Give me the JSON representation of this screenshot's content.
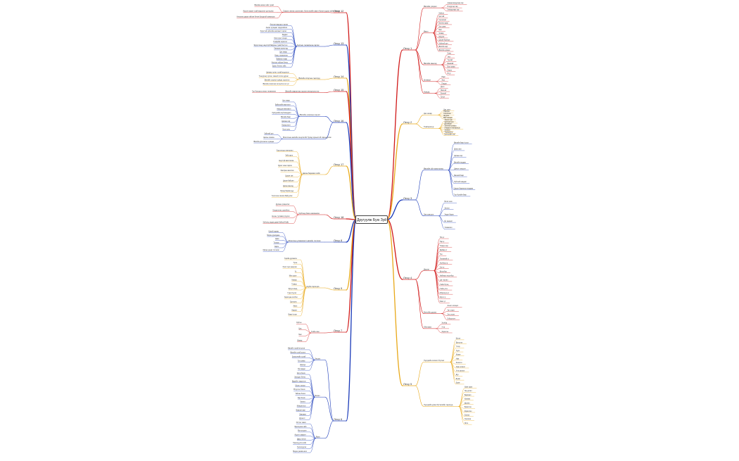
{
  "root": {
    "label": "Другуулж Бую Зуй"
  },
  "colors": {
    "red": "#d01818",
    "blue": "#1838b8",
    "yellow": "#e8a818",
    "text": "#333333"
  },
  "branches": [
    {
      "label": "Лесу 12",
      "color": "red",
      "children": [
        {
          "label": "Сзарыг аялах шалтгаан, бэлтгэлийн ажил болон сурах зүйлс бичих",
          "color": "red",
          "children": [
            "Өвлийн аялал хийх тухай",
            "Ирсэн газрын тухай мэдээлэл цуглуулах",
            "Аялалын дараа тайлан бичиж бусадтай хуваалцах"
          ]
        }
      ]
    },
    {
      "label": "Лесу 13",
      "color": "blue",
      "children": [
        {
          "label": "Аяллын төлөвлөгөө гаргах",
          "color": "blue",
          "children": [
            "Аяллын маршрут гаргах",
            "Аялах хугацааг тодорхойлох",
            "Хэрэгтэй зүйлсийн жагсаалт гаргах",
            "Зардал",
            "Хоол хүнс тооцох",
            "Тээврийн хэрэгсэл",
            "Эрүүл мэнд, аюулгүй байдлын тухай бэлтгэл",
            "Хамтран аялагчид",
            "Цаг агаар",
            "Нөөц төлөвлөгөө",
            "Байрлах газар",
            "Аяллын тайлан бичих",
            "Зураг, бичлэг хийх"
          ]
        }
      ]
    },
    {
      "label": "Лесу 14",
      "color": "yellow",
      "children": [
        {
          "label": "Өвлийн спортын төрлүүд",
          "color": "yellow",
          "children": [
            "Цанаар гулгах тухай мэдээлэл",
            "Тэшүүрээр гулгах, хоккей тоглох дүрэм",
            "Өвлийн спортын хувцас хэрэглэл",
            "Өвлийн спортоор хичээллэх ач тус"
          ]
        }
      ]
    },
    {
      "label": "Лесу 15",
      "color": "red",
      "children": [
        {
          "label": "Өвлийн амралтаа хэрхэн өнгөрүүлэх вэ",
          "color": "red",
          "children": [
            "Гэр бүлээрээ аялах төлөвлөгөө"
          ]
        }
      ]
    },
    {
      "label": "Лесу 16",
      "color": "blue",
      "children": [
        {
          "label": "Өвлийн улирлын онцлог",
          "color": "blue",
          "children": [
            "Цаг агаар",
            "Байгалийн өөрчлөлт",
            "Амьтдын өвөлжилт",
            "Хүмүүсийн ахуй амьдрал",
            "Өвлийн баяр",
            "Цагаан сар",
            "Хувцаслалт",
            "Хоол хүнс"
          ]
        },
        {
          "label": "Монголын өвлийн онцлогийг бусад орныхтой харьцуулах",
          "color": "blue",
          "children": [
            "Хүйтний эрч",
            "Цасны хэмжээ",
            "Өвлийн үргэлжлэх хугацаа"
          ]
        }
      ]
    },
    {
      "label": "Лесу 17",
      "color": "yellow",
      "children": [
        {
          "label": "Цасан баримал хийх",
          "color": "yellow",
          "children": [
            "Хэрэглэгдэх материал",
            "Хийх арга",
            "Аюулгүй ажиллагаа",
            "Зураг төсөл гаргах",
            "Хамтран ажиллах",
            "Цасан хүн",
            "Цасан байшин",
            "Цасан амьтад",
            "Бусад баримлууд",
            "Үзэсгэлэн зохион байгуулах"
          ]
        }
      ]
    },
    {
      "label": "Лесу 18",
      "color": "red",
      "children": [
        {
          "label": "Хүйтэнд биеэ хамгаалах",
          "color": "red",
          "children": [
            "Дулаан хувцаслах",
            "Хөлдөлтөөс сэргийлэх",
            "Анхны тусламж үзүүлэх",
            "Хүйтэнд гадаа удаан байхгүй байх"
          ]
        }
      ]
    },
    {
      "label": "Лесу 8",
      "color": "blue",
      "children": [
        {
          "label": "Монголын уламжлалт өвлийн тоглоом",
          "color": "blue",
          "children": [
            "Шагай харвах",
            "Морин уралдаан",
            "Цана",
            "Тэшүүр",
            "Чарга",
            "Мөсөн дээрх тоглоом"
          ]
        }
      ]
    },
    {
      "label": "Лесу 9",
      "color": "yellow",
      "children": [
        {
          "label": "Ахуйн хэрэгцээ",
          "color": "yellow",
          "children": [
            "Гэрийн дулаалга",
            "Түлш",
            "Хоол хүнс нөөцлөх",
            "Ус",
            "Мал сүрэг",
            "Хувцас",
            "Тээвэр",
            "Эрүүл мэнд",
            "Гэрэлтүүлэг",
            "Харилцаа холбоо",
            "Сургууль",
            "Ажил",
            "Амралт",
            "Баяр ёслол"
          ]
        }
      ]
    },
    {
      "label": "Лесу 7",
      "color": "red",
      "children": [
        {
          "label": "Үгийн сан",
          "color": "red",
          "children": [
            "Хүйтэн",
            "Цас",
            "Мөс",
            "Жавар"
          ]
        }
      ]
    },
    {
      "label": "Лесу 6",
      "color": "blue",
      "children": [
        {
          "label": "Унших",
          "color": "blue",
          "children": [
            "Өвлийн тухай өгүүллэг",
            "Өвлийн тухай шүлэг",
            "Зохиолчийн тухай",
            "Гол санаа",
            "Дүрүүд",
            "Үйл явдал"
          ]
        },
        {
          "label": "Бичих",
          "color": "blue",
          "children": [
            "Эссэ бичих",
            "Захидал бичих",
            "Өдрийн тэмдэглэл",
            "Шүлэг зохиох",
            "Өгүүллэг бичих",
            "Тайлан бичих",
            "Зар бичих",
            "Урилга",
            "Мэндчилгээ",
            "Баярын карт",
            "Зөвлөмж",
            "Дүгнэлт"
          ]
        },
        {
          "label": "Ярих",
          "color": "blue",
          "children": [
            "Илтгэл тавих",
            "Ярилцлага хийх",
            "Мэтгэлцээн",
            "Асуулт хариулт",
            "Дүрд тоглох",
            "Танилцуулга хийх",
            "Хэлэлцүүлэг",
            "Мэдээ уншиж өгөх"
          ]
        }
      ]
    },
    {
      "label": "Лесу 1",
      "color": "red",
      "children": [
        {
          "label": "Өвлийн улирал",
          "color": "red",
          "children": [
            "Арванхоёрдугаар сар",
            "Нэгдүгээр сар",
            "Хоёрдугаар сар"
          ]
        },
        {
          "label": "Өвөл",
          "color": "red",
          "children": [
            "Хүйтэн",
            "Цастай",
            "Салхитай",
            "Богино өдөр",
            "Урт шөнө",
            "Мөс",
            "Жавар",
            "Шуурга",
            "Цасан бүрхүүл",
            "Хүйтний эрч",
            "Өвлийн нар",
            "Өвлийн хувцас"
          ]
        },
        {
          "label": "Өвлийн амьтад",
          "color": "red",
          "children": [
            "Чоно",
            "Үнэг",
            "Туулай",
            "Баавгай",
            "Бор шувуу",
            "Хэрээ",
            "Ятуу"
          ]
        },
        {
          "label": "Ургамал",
          "color": "red",
          "children": [
            "Нарс",
            "Хуш",
            "Гацуур"
          ]
        },
        {
          "label": "Хувцас",
          "color": "red",
          "children": [
            "Дээл",
            "Малгай",
            "Бээлий",
            "Гутал"
          ]
        }
      ]
    },
    {
      "label": "Лесу 2",
      "color": "yellow",
      "children": [
        {
          "label": "Цаг агаар",
          "color": "yellow",
          "children": [
            "Цас орох",
            "Хүйтрэх",
            "Салхилах",
            "Шуурах",
            "Мөс хөлдөх"
          ]
        },
        {
          "label": "Температур",
          "color": "yellow",
          "children": [
            "Хасах хэм",
            "Хүйтний эрч",
            "Дулаарах",
            "Хүйтний улирал",
            "Агаарын температур",
            "Хэмжих",
            "Термометр",
            "Цельсийн хэм"
          ]
        }
      ]
    },
    {
      "label": "Лесу 3",
      "color": "blue",
      "children": [
        {
          "label": "Өвлийн үйл ажиллагаа",
          "color": "blue",
          "children": [
            "Өвлийн баяр ёслол",
            "Шинэ жил",
            "Цагаан сар",
            "Өвлийн наадам",
            "Цанын тэмцээн",
            "Мөсний баяр",
            "Хүйтний наадам",
            "Цасан баримлын наадам",
            "Гэр бүлийн баяр"
          ]
        },
        {
          "label": "Зан заншил",
          "color": "blue",
          "children": [
            "Бэлэг өгөх",
            "Золгох",
            "Хадаг барих",
            "Ёс заншил",
            "Уламжлал"
          ]
        }
      ]
    },
    {
      "label": "Лесу 4",
      "color": "red",
      "children": [
        {
          "label": "Дүрэм",
          "color": "red",
          "children": [
            "Үйл үг",
            "Нэр үг",
            "Тэмдэг нэр",
            "Дайвар үг",
            "Тоо",
            "Төлөөний үг",
            "Холбоос үг",
            "Сул үг",
            "Өгүүлбэр",
            "Нийлмэл өгүүлбэр",
            "Цэг таслал",
            "Үгийн бүтэц",
            "Үгийн утга",
            "Ойролцоо үг",
            "Эсрэг үг",
            "Ижил үг"
          ]
        },
        {
          "label": "Бичгийн дүрэм",
          "color": "red",
          "children": [
            "Эгшиг зохицох",
            "Урт эгшиг",
            "Хос эгшиг",
            "Гийгүүлэгч"
          ]
        },
        {
          "label": "Ойлгомж",
          "color": "red",
          "children": [
            "Хэлбэр",
            "Утга",
            "Хэрэглээ"
          ]
        }
      ]
    },
    {
      "label": "Лесу 5",
      "color": "yellow",
      "children": [
        {
          "label": "Хүүхдийн зохиол бүтээл",
          "color": "yellow",
          "children": [
            "Шүлэг",
            "Өгүүллэг",
            "Үлгэр",
            "Тууж",
            "Жүжиг",
            "Ном",
            "Зохиолч",
            "Уран зохиол",
            "Утга зохиол",
            "Дуу",
            "Бүжиг",
            "Зураг"
          ]
        },
        {
          "label": "Хүүхдийн уран бүтээлийн төрлүүд",
          "color": "yellow",
          "children": [
            "Уран зураг",
            "Гар урлал",
            "Баримал",
            "Хөгжим",
            "Дуулах",
            "Бүжиглэх",
            "Жүжиглэх",
            "Зохиох",
            "Уншлага",
            "Эссэ"
          ]
        }
      ]
    }
  ]
}
